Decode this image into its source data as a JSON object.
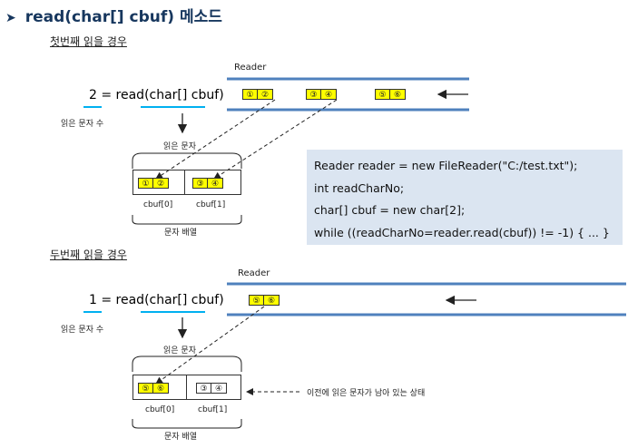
{
  "title": "read(char[] cbuf) 메소드",
  "first": {
    "heading": "첫번째 읽을 경우",
    "expression": "2 = read(char[] cbuf)",
    "count_label": "읽은 문자 수",
    "read_chars_label": "읽은 문자",
    "reader_label": "Reader",
    "stream_cells": [
      [
        "①",
        "②"
      ],
      [
        "③",
        "④"
      ],
      [
        "⑤",
        "⑥"
      ]
    ],
    "array_cells": [
      [
        "①",
        "②"
      ],
      [
        "③",
        "④"
      ]
    ],
    "array_labels": [
      "cbuf[0]",
      "cbuf[1]"
    ],
    "array_caption": "문자 배열"
  },
  "code": {
    "lines": [
      "Reader reader = new FileReader(\"C:/test.txt\");",
      "int readCharNo;",
      "char[] cbuf = new char[2];",
      "while ((readCharNo=reader.read(cbuf))  != -1) { ... }"
    ]
  },
  "second": {
    "heading": "두번째 읽을 경우",
    "expression": "1 = read(char[] cbuf)",
    "count_label": "읽은 문자 수",
    "read_chars_label": "읽은 문자",
    "reader_label": "Reader",
    "stream_cells": [
      [
        "⑤",
        "⑥"
      ]
    ],
    "array_cells": [
      [
        "⑤",
        "⑥"
      ],
      [
        "③",
        "④"
      ]
    ],
    "array_labels": [
      "cbuf[0]",
      "cbuf[1]"
    ],
    "array_caption": "문자 배열",
    "leftover_note": "이전에 읽은 문자가 남아 있는 상태"
  },
  "colors": {
    "stream_line": "#4f81bd",
    "title": "#17375e",
    "cell_fill": "#ffff00",
    "underline": "#00b0f0",
    "code_bg": "#dbe5f1"
  }
}
